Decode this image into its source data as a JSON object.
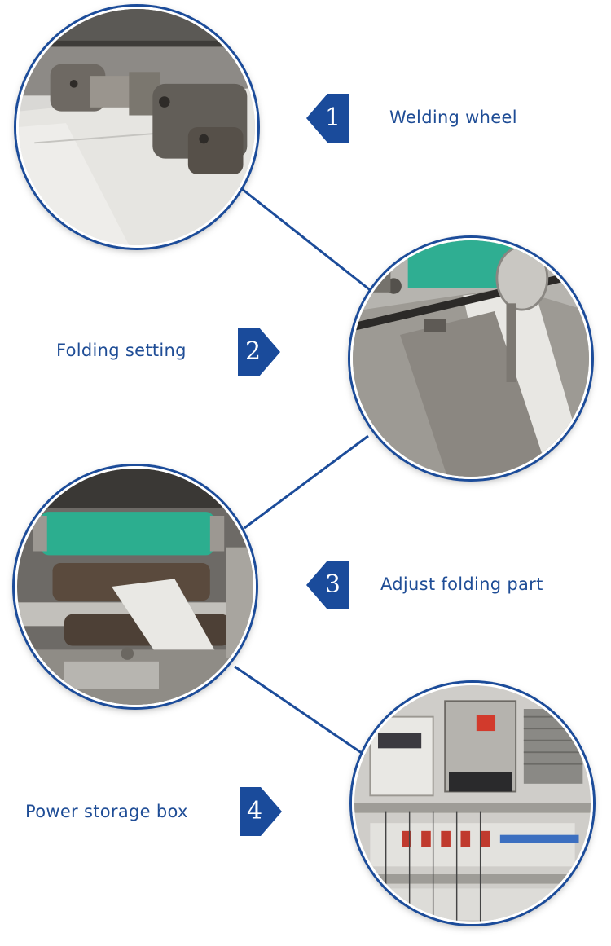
{
  "colors": {
    "accent": "#1c4c9a",
    "caption_text": "#1f4d96",
    "badge_fill": "#1a4b9b"
  },
  "sections": [
    {
      "number": "1",
      "caption": "Welding wheel",
      "photo_subject": "welding-wheel-photo"
    },
    {
      "number": "2",
      "caption": "Folding setting",
      "photo_subject": "folding-setting-photo"
    },
    {
      "number": "3",
      "caption": "Adjust folding part",
      "photo_subject": "folding-part-photo"
    },
    {
      "number": "4",
      "caption": "Power storage box",
      "photo_subject": "power-box-photo"
    }
  ]
}
